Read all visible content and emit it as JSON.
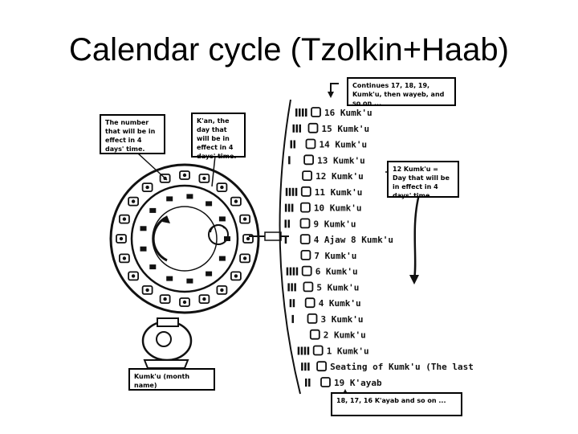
{
  "slide": {
    "title": "Calendar cycle (Tzolkin+Haab)"
  },
  "callouts": {
    "top_right": "Continues 17, 18, 19, Kumk'u, then wayeb, and so on ...",
    "number": "The number that will be in effect in 4 days' time.",
    "kan": "K'an, the day that will be in effect in 4 days' time.",
    "kumku12": "12 Kumk'u = Day that will be in effect in 4 days' time",
    "month_name": "Kumk'u (month name)",
    "bottom_right": "18, 17, 16 K'ayab and so on ..."
  },
  "haab_labels": [
    "16 Kumk'u",
    "15 Kumk'u",
    "14 Kumk'u",
    "13 Kumk'u",
    "12 Kumk'u",
    "11 Kumk'u",
    "10 Kumk'u",
    "9 Kumk'u",
    "4 Ajaw 8 Kumk'u",
    "7 Kumk'u",
    "6 Kumk'u",
    "5 Kumk'u",
    "4 Kumk'u",
    "3 Kumk'u",
    "2 Kumk'u",
    "1 Kumk'u",
    "Seating of Kumk'u (The last day of K'ayab",
    "19 K'ayab"
  ]
}
